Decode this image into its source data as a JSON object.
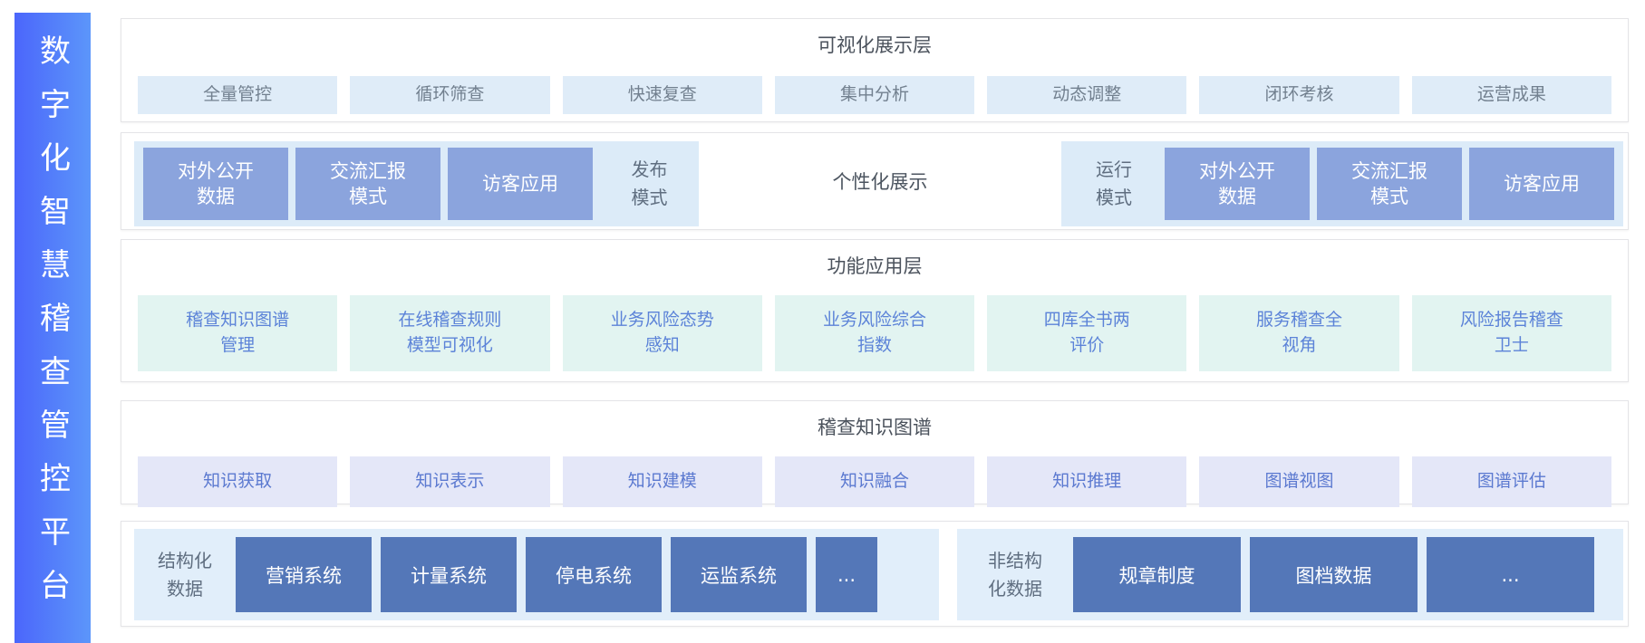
{
  "sidebar": {
    "title": "数字化智慧稽查管控平台"
  },
  "visualization_layer": {
    "title": "可视化展示层",
    "items": [
      "全量管控",
      "循环筛查",
      "快速复查",
      "集中分析",
      "动态调整",
      "闭环考核",
      "运营成果"
    ]
  },
  "display_layer": {
    "publish_boxes": [
      "对外公开\n数据",
      "交流汇报\n模式",
      "访客应用"
    ],
    "publish_mode_label": "发布\n模式",
    "personalized_label": "个性化展示",
    "run_mode_label": "运行\n模式",
    "run_boxes": [
      "对外公开\n数据",
      "交流汇报\n模式",
      "访客应用"
    ]
  },
  "function_layer": {
    "title": "功能应用层",
    "items": [
      "稽查知识图谱\n管理",
      "在线稽查规则\n模型可视化",
      "业务风险态势\n感知",
      "业务风险综合\n指数",
      "四库全书两\n评价",
      "服务稽查全\n视角",
      "风险报告稽查\n卫士"
    ]
  },
  "knowledge_layer": {
    "title": "稽查知识图谱",
    "items": [
      "知识获取",
      "知识表示",
      "知识建模",
      "知识融合",
      "知识推理",
      "图谱视图",
      "图谱评估"
    ]
  },
  "data_layer": {
    "structured": {
      "label": "结构化\n数据",
      "systems": [
        "营销系统",
        "计量系统",
        "停电系统",
        "运监系统",
        "..."
      ]
    },
    "unstructured": {
      "label": "非结构\n化数据",
      "systems": [
        "规章制度",
        "图档数据",
        "..."
      ]
    }
  },
  "palette": {
    "sidebar_gradient_start": "#4b66fb",
    "sidebar_gradient_end": "#5c96fa",
    "visualization_chip": "#dfecf8",
    "display_strip": "#dcebf8",
    "display_box": "#8ba4dd",
    "function_chip": "#e2f4f1",
    "knowledge_chip": "#e4e7f8",
    "data_strip": "#e1eefa",
    "data_box": "#5477b8",
    "chip_text_blue": "#5c83d8"
  }
}
